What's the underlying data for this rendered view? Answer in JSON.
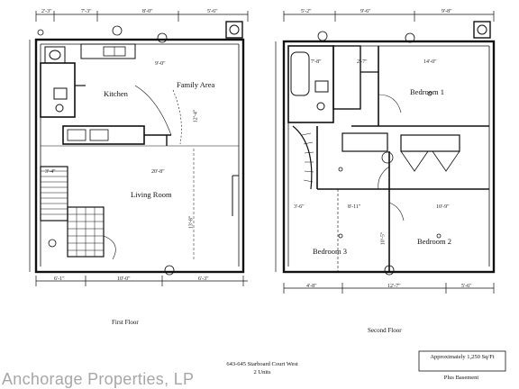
{
  "first_floor": {
    "caption": "First Floor",
    "rooms": {
      "kitchen": "Kitchen",
      "family_area": "Family Area",
      "living_room": "Living Room"
    },
    "dimensions": {
      "top_a": "2'-3\"",
      "top_b": "7'-3\"",
      "top_c": "8'-0\"",
      "top_d": "5'-6\"",
      "kitchen_w": "9'-0\"",
      "family_h": "12'-4\"",
      "living_w": "20'-8\"",
      "stair_w": "3'-4\"",
      "living_h": "13'-8\"",
      "bottom_a": "6'-1\"",
      "bottom_b": "10'-0\"",
      "bottom_c": "6'-3\""
    }
  },
  "second_floor": {
    "caption": "Second Floor",
    "rooms": {
      "bedroom1": "Bedroom 1",
      "bedroom2": "Bedroom 2",
      "bedroom3": "Bedroom 3"
    },
    "dimensions": {
      "top_a": "5'-2\"",
      "top_b": "9'-6\"",
      "top_c": "9'-8\"",
      "bath_w": "7'-8\"",
      "closet_w": "2'-7\"",
      "bed1_w": "14'-0\"",
      "hall_w": "3'-6\"",
      "hall_b": "8'-11\"",
      "bed2_w": "10'-9\"",
      "bed3_h": "10'-5\"",
      "bottom_a": "4'-8\"",
      "bottom_b": "12'-7\"",
      "bottom_c": "5'-6\""
    }
  },
  "info": {
    "address": "643-645 Starboard Court West",
    "units": "2 Units",
    "area": "Approximately 1,250 Sq/Ft",
    "basement": "Plus Basement"
  },
  "watermark": "Anchorage Properties, LP"
}
